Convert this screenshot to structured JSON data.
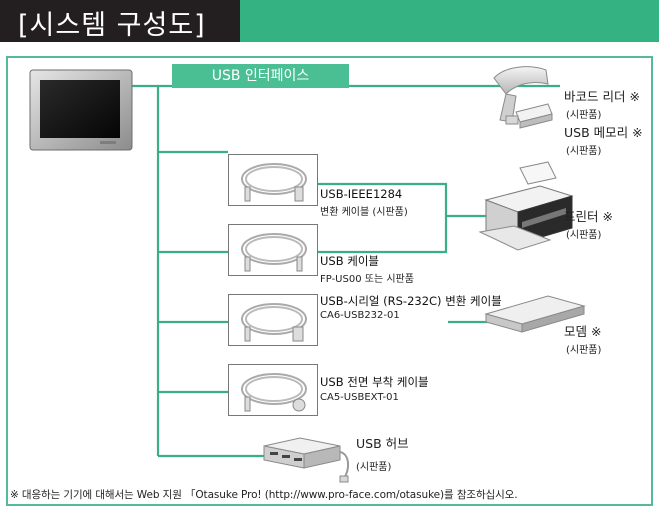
{
  "title": "[시스템 구성도]",
  "interface_label": "USB 인터페이스",
  "devices": {
    "barcode": {
      "name": "바코드 리더 ※",
      "sub": "(시판품)"
    },
    "usb_memory": {
      "name": "USB 메모리 ※",
      "sub": "(시판품)"
    },
    "printer": {
      "name": "프린터 ※",
      "sub": "(시판품)"
    },
    "modem": {
      "name": "모뎀 ※",
      "sub": "(시판품)"
    },
    "usb_hub": {
      "name": "USB 허브",
      "sub": "(시판품)"
    }
  },
  "cables": [
    {
      "name": "USB-IEEE1284",
      "sub": "변환 케이블 (시판품)"
    },
    {
      "name": "USB 케이블",
      "sub": "FP-US00 또는 시판품"
    },
    {
      "name": "USB-시리얼 (RS-232C) 변환 케이블",
      "sub": "CA6-USB232-01"
    },
    {
      "name": "USB 전면 부착 케이블",
      "sub": "CA5-USBEXT-01"
    }
  ],
  "footnote": "※ 대응하는 기기에 대해서는 Web 지원 「Otasuke Pro! (http://www.pro-face.com/otasuke)를 참조하십시오.",
  "colors": {
    "accent": "#4bbf94",
    "line": "#3aae85",
    "dark": "#231f20"
  }
}
